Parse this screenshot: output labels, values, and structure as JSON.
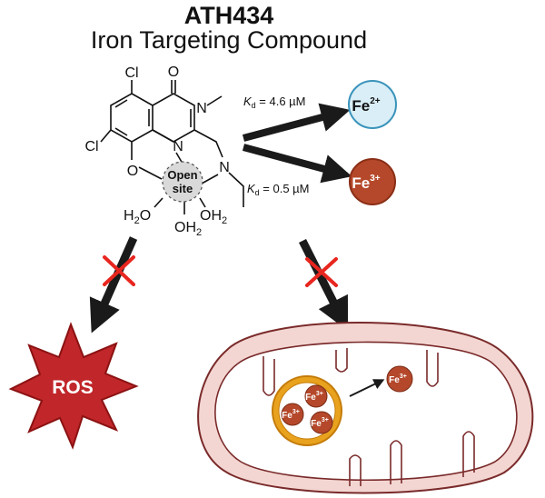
{
  "header": {
    "title": "ATH434",
    "subtitle": "Iron Targeting Compound"
  },
  "molecule": {
    "cl_top": "Cl",
    "cl_left": "Cl",
    "oxygen_carbonyl": "O",
    "n_methyl": "N",
    "n_ring": "N",
    "n_amine": "N",
    "oxygen_phenol": "O",
    "open_site_line1": "Open",
    "open_site_line2": "site",
    "water_left": "H",
    "water_left_sub": "2",
    "water_left_o": "O",
    "water_right_o": "OH",
    "water_right_sub": "2",
    "water_bottom_o": "OH",
    "water_bottom_sub": "2"
  },
  "binding": {
    "fe2": {
      "label": "Fe",
      "charge": "2+",
      "kd_symbol": "K",
      "kd_sub": "d",
      "kd_value": " = 4.6 µM",
      "color": "#d9eef6"
    },
    "fe3": {
      "label": "Fe",
      "charge": "3+",
      "kd_symbol": "K",
      "kd_sub": "d",
      "kd_value": " = 0.5 µM",
      "color": "#b5482a"
    }
  },
  "ros": {
    "label": "ROS",
    "color": "#c0262a"
  },
  "mitochondrion": {
    "ferritin_ion": "Fe",
    "ferritin_charge": "3+",
    "free_ion": "Fe",
    "free_charge": "3+",
    "membrane_color": "#f3d6d2",
    "ferritin_color": "#e9a21e"
  },
  "colors": {
    "arrow": "#1a1a1a",
    "block_cross": "#e8261f"
  }
}
